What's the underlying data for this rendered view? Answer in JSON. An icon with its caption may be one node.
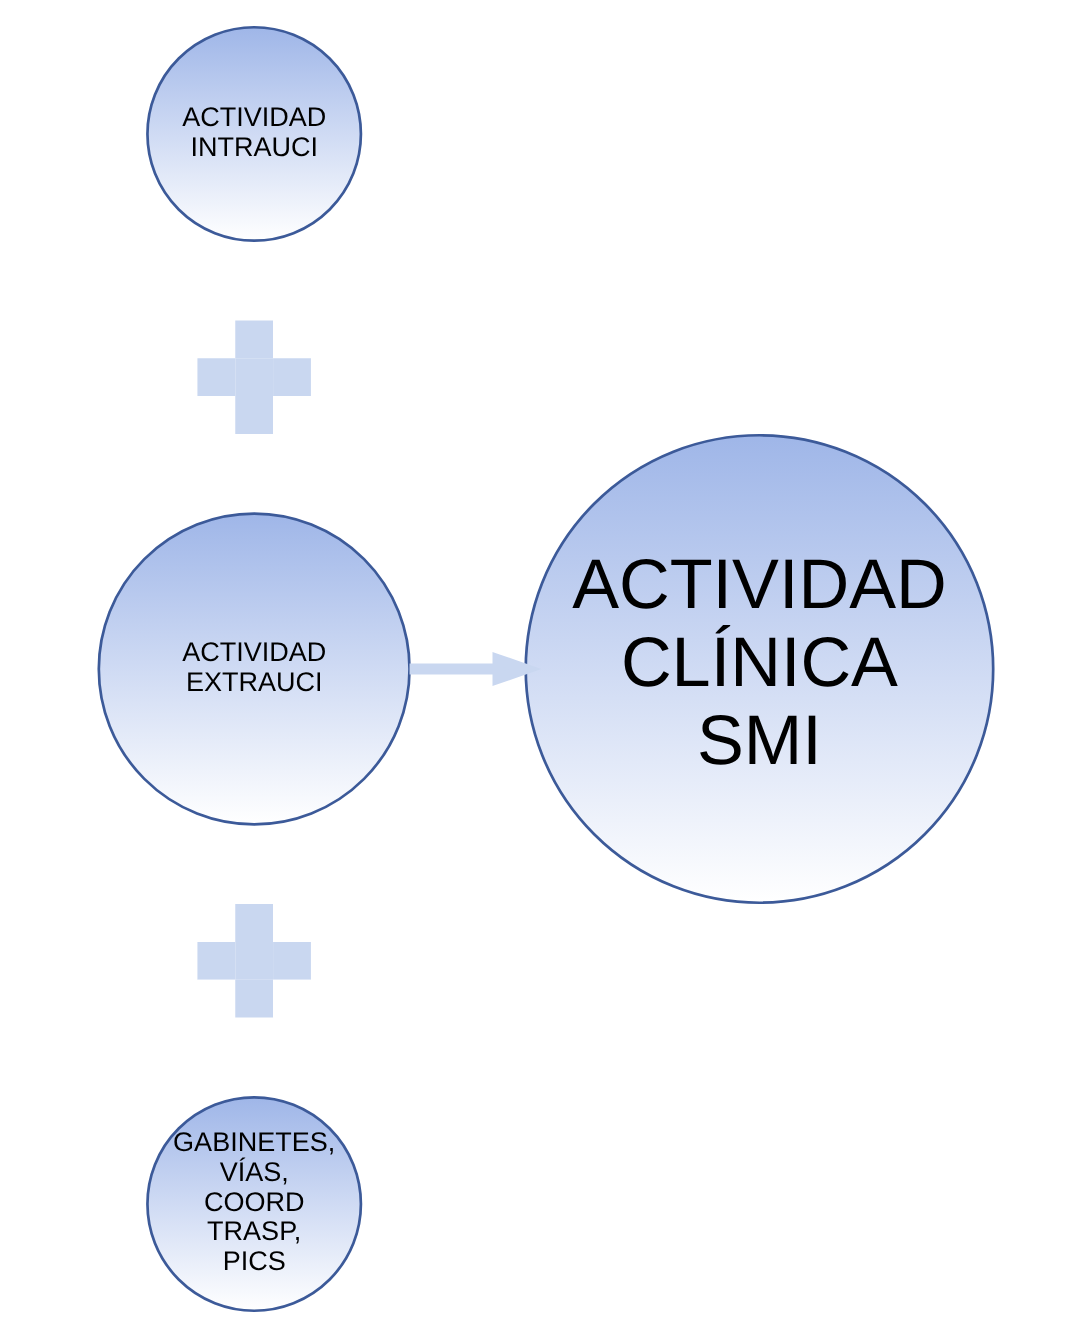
{
  "diagram": {
    "nodes": [
      {
        "text": [
          "ACTIVIDAD INTRAUCI"
        ]
      },
      {
        "text": [],
        "shape": "plus"
      },
      {
        "text": [
          "ACTIVIDAD EXTRAUCI"
        ]
      },
      {
        "text": [],
        "shape": "plus"
      },
      {
        "text": [
          "GABINETES, VÍAS, COORD TRASP, PICS"
        ]
      },
      {
        "text": [
          "ACTIVIDAD CLÍNICA SMI"
        ]
      }
    ],
    "edges": [
      {
        "from": 2,
        "to": 5,
        "arrow": "to"
      }
    ]
  }
}
